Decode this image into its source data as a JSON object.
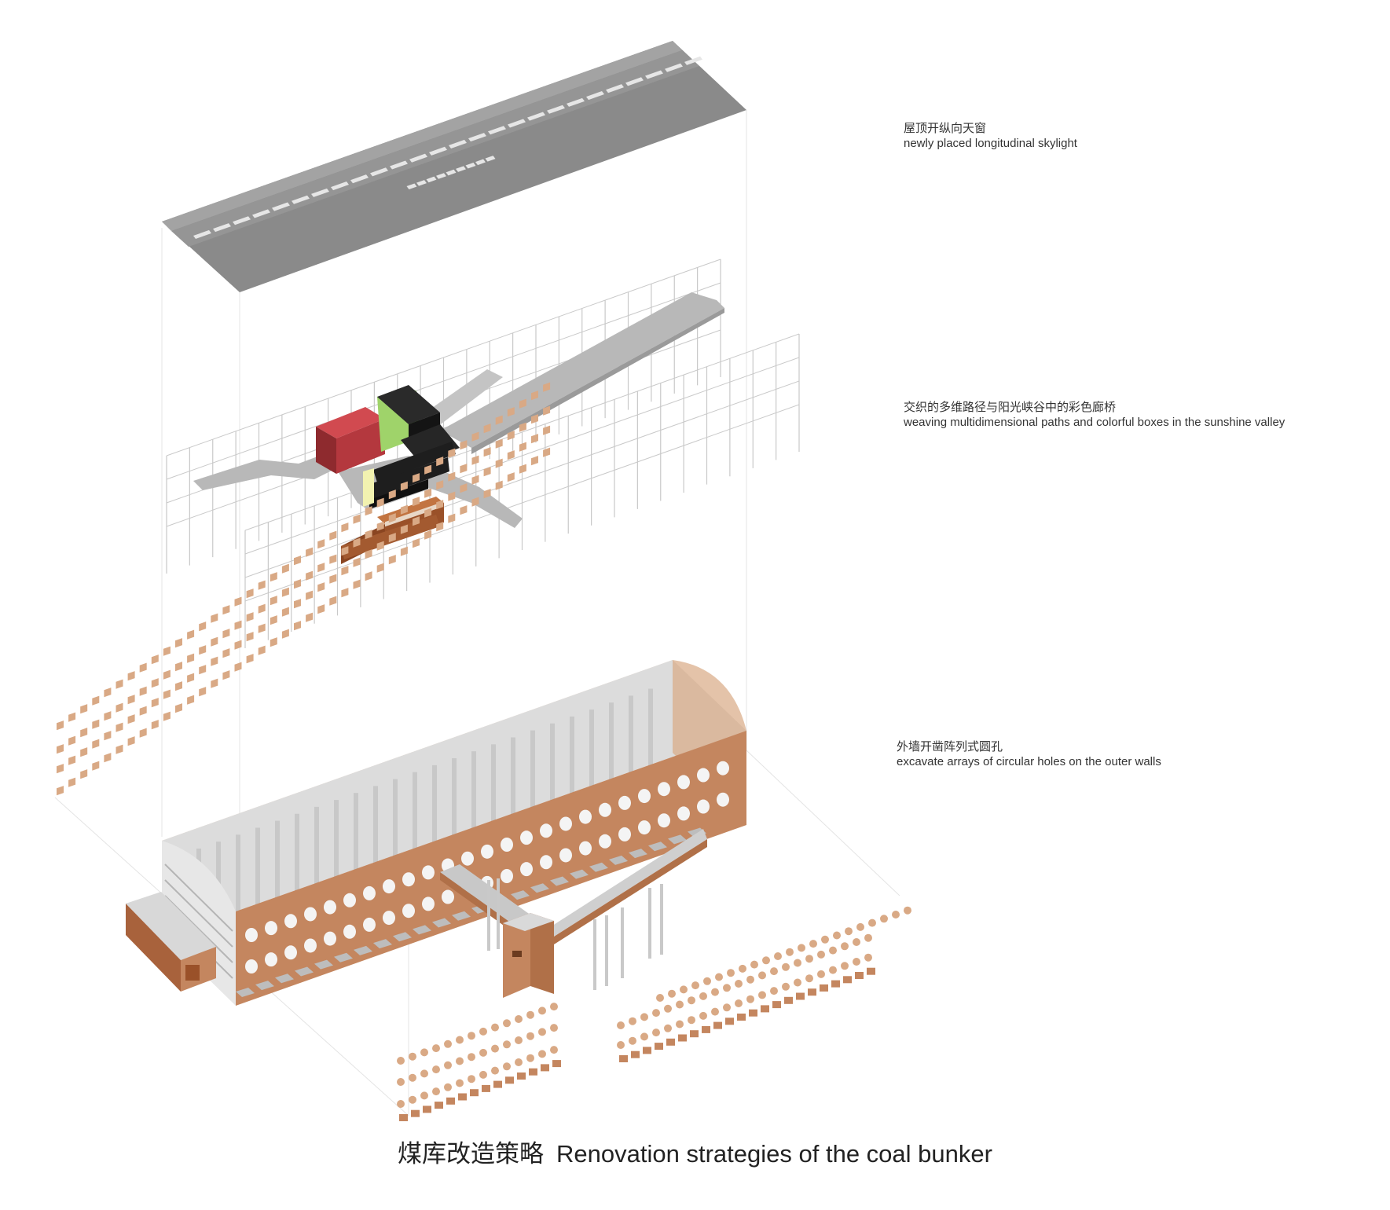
{
  "annotations": [
    {
      "id": "roof",
      "zh": "屋顶开纵向天窗",
      "en": "newly placed longitudinal skylight"
    },
    {
      "id": "paths",
      "zh": "交织的多维路径与阳光峡谷中的彩色廊桥",
      "en": "weaving multidimensional paths and colorful boxes in the sunshine valley"
    },
    {
      "id": "walls",
      "zh": "外墙开凿阵列式圆孔",
      "en": "excavate arrays of circular holes on the outer walls"
    }
  ],
  "caption": {
    "zh": "煤库改造策略",
    "en": "Renovation strategies of the coal bunker"
  },
  "colors": {
    "roof": "#8a8a8a",
    "roof_top": "#a3a3a3",
    "skylight": "#e6e6e6",
    "grid": "#c9c9c9",
    "path": "#b8b8b8",
    "box_red": "#b4383e",
    "box_green": "#9fd36a",
    "box_black": "#1e1e1e",
    "box_yellow": "#f2f2b0",
    "brick": "#c4865f",
    "brick_light": "#d9a985",
    "brick_dark": "#a8623c",
    "brown": "#9a5129",
    "column": "#c8c8c8",
    "slab": "#dcdcdc"
  }
}
